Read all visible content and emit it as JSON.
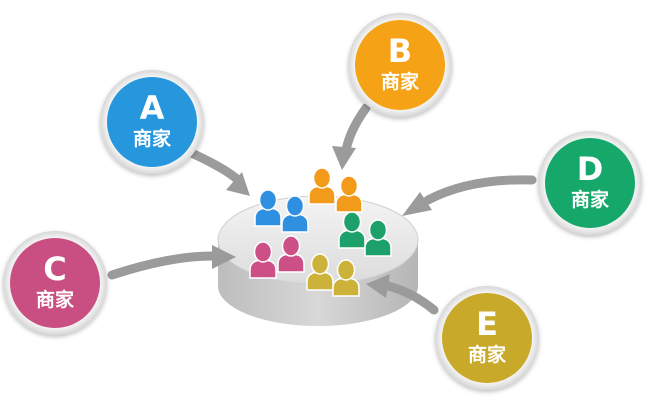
{
  "nodes": [
    {
      "id": "a",
      "letter": "A",
      "label": "商家",
      "color": "#2596dd"
    },
    {
      "id": "b",
      "letter": "B",
      "label": "商家",
      "color": "#f5a212"
    },
    {
      "id": "c",
      "letter": "C",
      "label": "商家",
      "color": "#c94f82"
    },
    {
      "id": "d",
      "letter": "D",
      "label": "商家",
      "color": "#18a86b"
    },
    {
      "id": "e",
      "letter": "E",
      "label": "商家",
      "color": "#c9a92a"
    }
  ],
  "people_colors": {
    "blue": "#2f8fe0",
    "orange": "#f29a1a",
    "green": "#1ea06a",
    "pink": "#cc4f85",
    "yellow": "#cdb23a"
  },
  "platform_color": "#e6e6e6",
  "arrow_color": "#9b9b9b"
}
